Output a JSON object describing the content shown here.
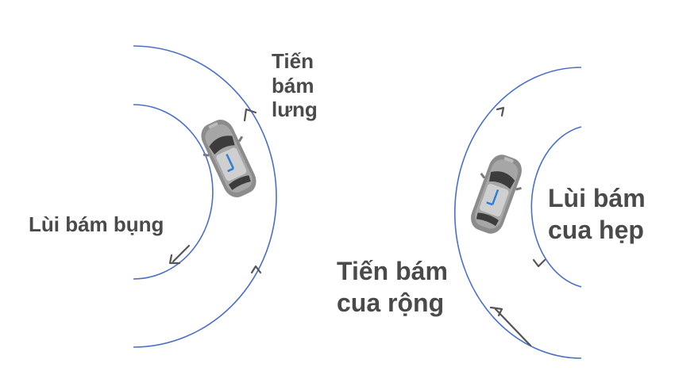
{
  "colors": {
    "arc": "#4a6fc9",
    "arrow": "#555555",
    "text": "#4a4a4a",
    "car_body": "#8c8c8c",
    "car_roof": "#d0d0d0",
    "car_window": "#3c3c3c"
  },
  "icons": [
    "car-icon",
    "arrow-icon"
  ],
  "labels": {
    "forward_back": "Tiến\nbám\nlưng",
    "reverse_belly": "Lùi bám bụng",
    "reverse_narrow": "Lùi bám\ncua hẹp",
    "forward_wide": "Tiến bám\ncua rộng"
  }
}
